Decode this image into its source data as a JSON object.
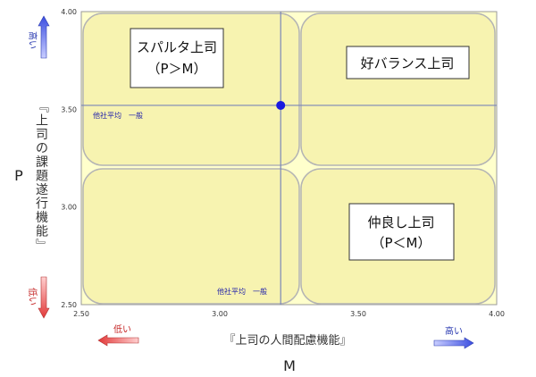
{
  "chart_data": {
    "type": "scatter",
    "xlim": [
      2.5,
      4.0
    ],
    "ylim": [
      2.5,
      4.0
    ],
    "x_ticks": [
      "2.50",
      "3.00",
      "3.50",
      "4.00"
    ],
    "y_ticks": [
      "2.50",
      "3.00",
      "3.50",
      "4.00"
    ],
    "grid": false,
    "point": {
      "x": 3.22,
      "y": 3.52
    },
    "average_lines": {
      "x": 3.22,
      "y": 3.52
    },
    "average_labels": {
      "horizontal": "他社平均　一般",
      "vertical": "他社平均　一般"
    },
    "quadrants": {
      "top_left": [
        "スパルタ上司",
        "（P＞M）"
      ],
      "top_right": [
        "好バランス上司"
      ],
      "bottom_right": [
        "仲良し上司",
        "（P＜M）"
      ]
    },
    "xlabel": "『上司の人間配慮機能』",
    "xlabel_letter": "M",
    "ylabel": "『上司の課題遂行機能』",
    "ylabel_letter": "P",
    "x_high": "高い",
    "x_low": "低い",
    "y_high": "高い",
    "y_low": "低い",
    "colors": {
      "plot_bg": "#FFFFCC",
      "quadrant_fill": "#F7F3B0",
      "quadrant_border": "#B4B4B4",
      "avg_line": "#7A86B8",
      "point": "#1A1AE0",
      "high_arrow": "#4A5AE8",
      "low_arrow": "#E84A4A"
    }
  }
}
